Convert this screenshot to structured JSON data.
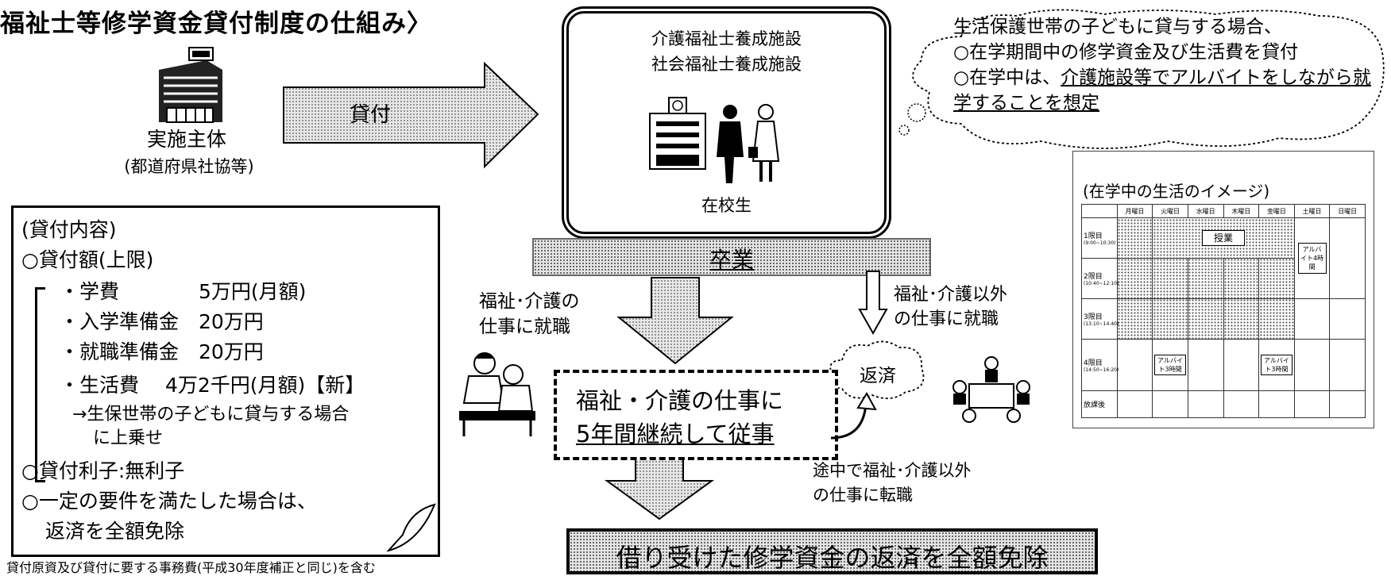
{
  "title": "福祉士等修学資金貸付制度の仕組み〉",
  "funder": {
    "label": "実施主体",
    "sub": "(都道府県社協等)"
  },
  "loan_arrow_label": "貸付",
  "school": {
    "line1": "介護福祉士養成施設",
    "line2": "社会福祉士養成施設",
    "students": "在校生"
  },
  "cloud": {
    "heading": "生活保護世帯の子どもに貸与する場合、",
    "point1": "○在学期間中の修学資金及び生活費を貸付",
    "point2_prefix": "○在学中は、",
    "point2_underlined": "介護施設等でアルバイトをしながら就学することを想定"
  },
  "schedule": {
    "title": "(在学中の生活のイメージ)",
    "days": [
      "月曜日",
      "火曜日",
      "水曜日",
      "木曜日",
      "金曜日",
      "土曜日",
      "日曜日"
    ],
    "periods": [
      {
        "name": "1限目",
        "time": "(9:00~10:30)"
      },
      {
        "name": "2限目",
        "time": "(10:40~12:10)"
      },
      {
        "name": "3限目",
        "time": "(13:10~14:40)"
      },
      {
        "name": "4限目",
        "time": "(14:50~16:20)"
      },
      {
        "name": "放課後",
        "time": ""
      }
    ],
    "class_label": "授業",
    "job_weekend": "アルバイト4時間",
    "job_weekday": "アルバイト3時間"
  },
  "content": {
    "heading": "(貸付内容)",
    "amount_heading": "○貸付額(上限)",
    "tuition": "・学費　　　　5万円(月額)",
    "entrance": "・入学準備金　20万円",
    "employment": "・就職準備金　20万円",
    "living": "・生活費　 4万2千円(月額)【新】",
    "living_note1": "→生保世帯の子どもに貸与する場合",
    "living_note2": "に上乗せ",
    "interest": "○貸付利子:無利子",
    "exempt1": "○一定の要件を満たした場合は、",
    "exempt2": "返済を全額免除"
  },
  "footnote": "貸付原資及び貸付に要する事務費(平成30年度補正と同じ)を含む",
  "graduation": "卒業",
  "left_job": {
    "line1": "福祉･介護の",
    "line2": "仕事に就職"
  },
  "right_job": {
    "line1": "福祉･介護以外",
    "line2": "の仕事に就職"
  },
  "repay": "返済",
  "continue": {
    "line1": "福祉・介護の仕事に",
    "line2": "5年間継続して従事"
  },
  "midway": {
    "line1": "途中で福祉･介護以外",
    "line2": "の仕事に転職"
  },
  "exempt_banner": "借り受けた修学資金の返済を全額免除"
}
